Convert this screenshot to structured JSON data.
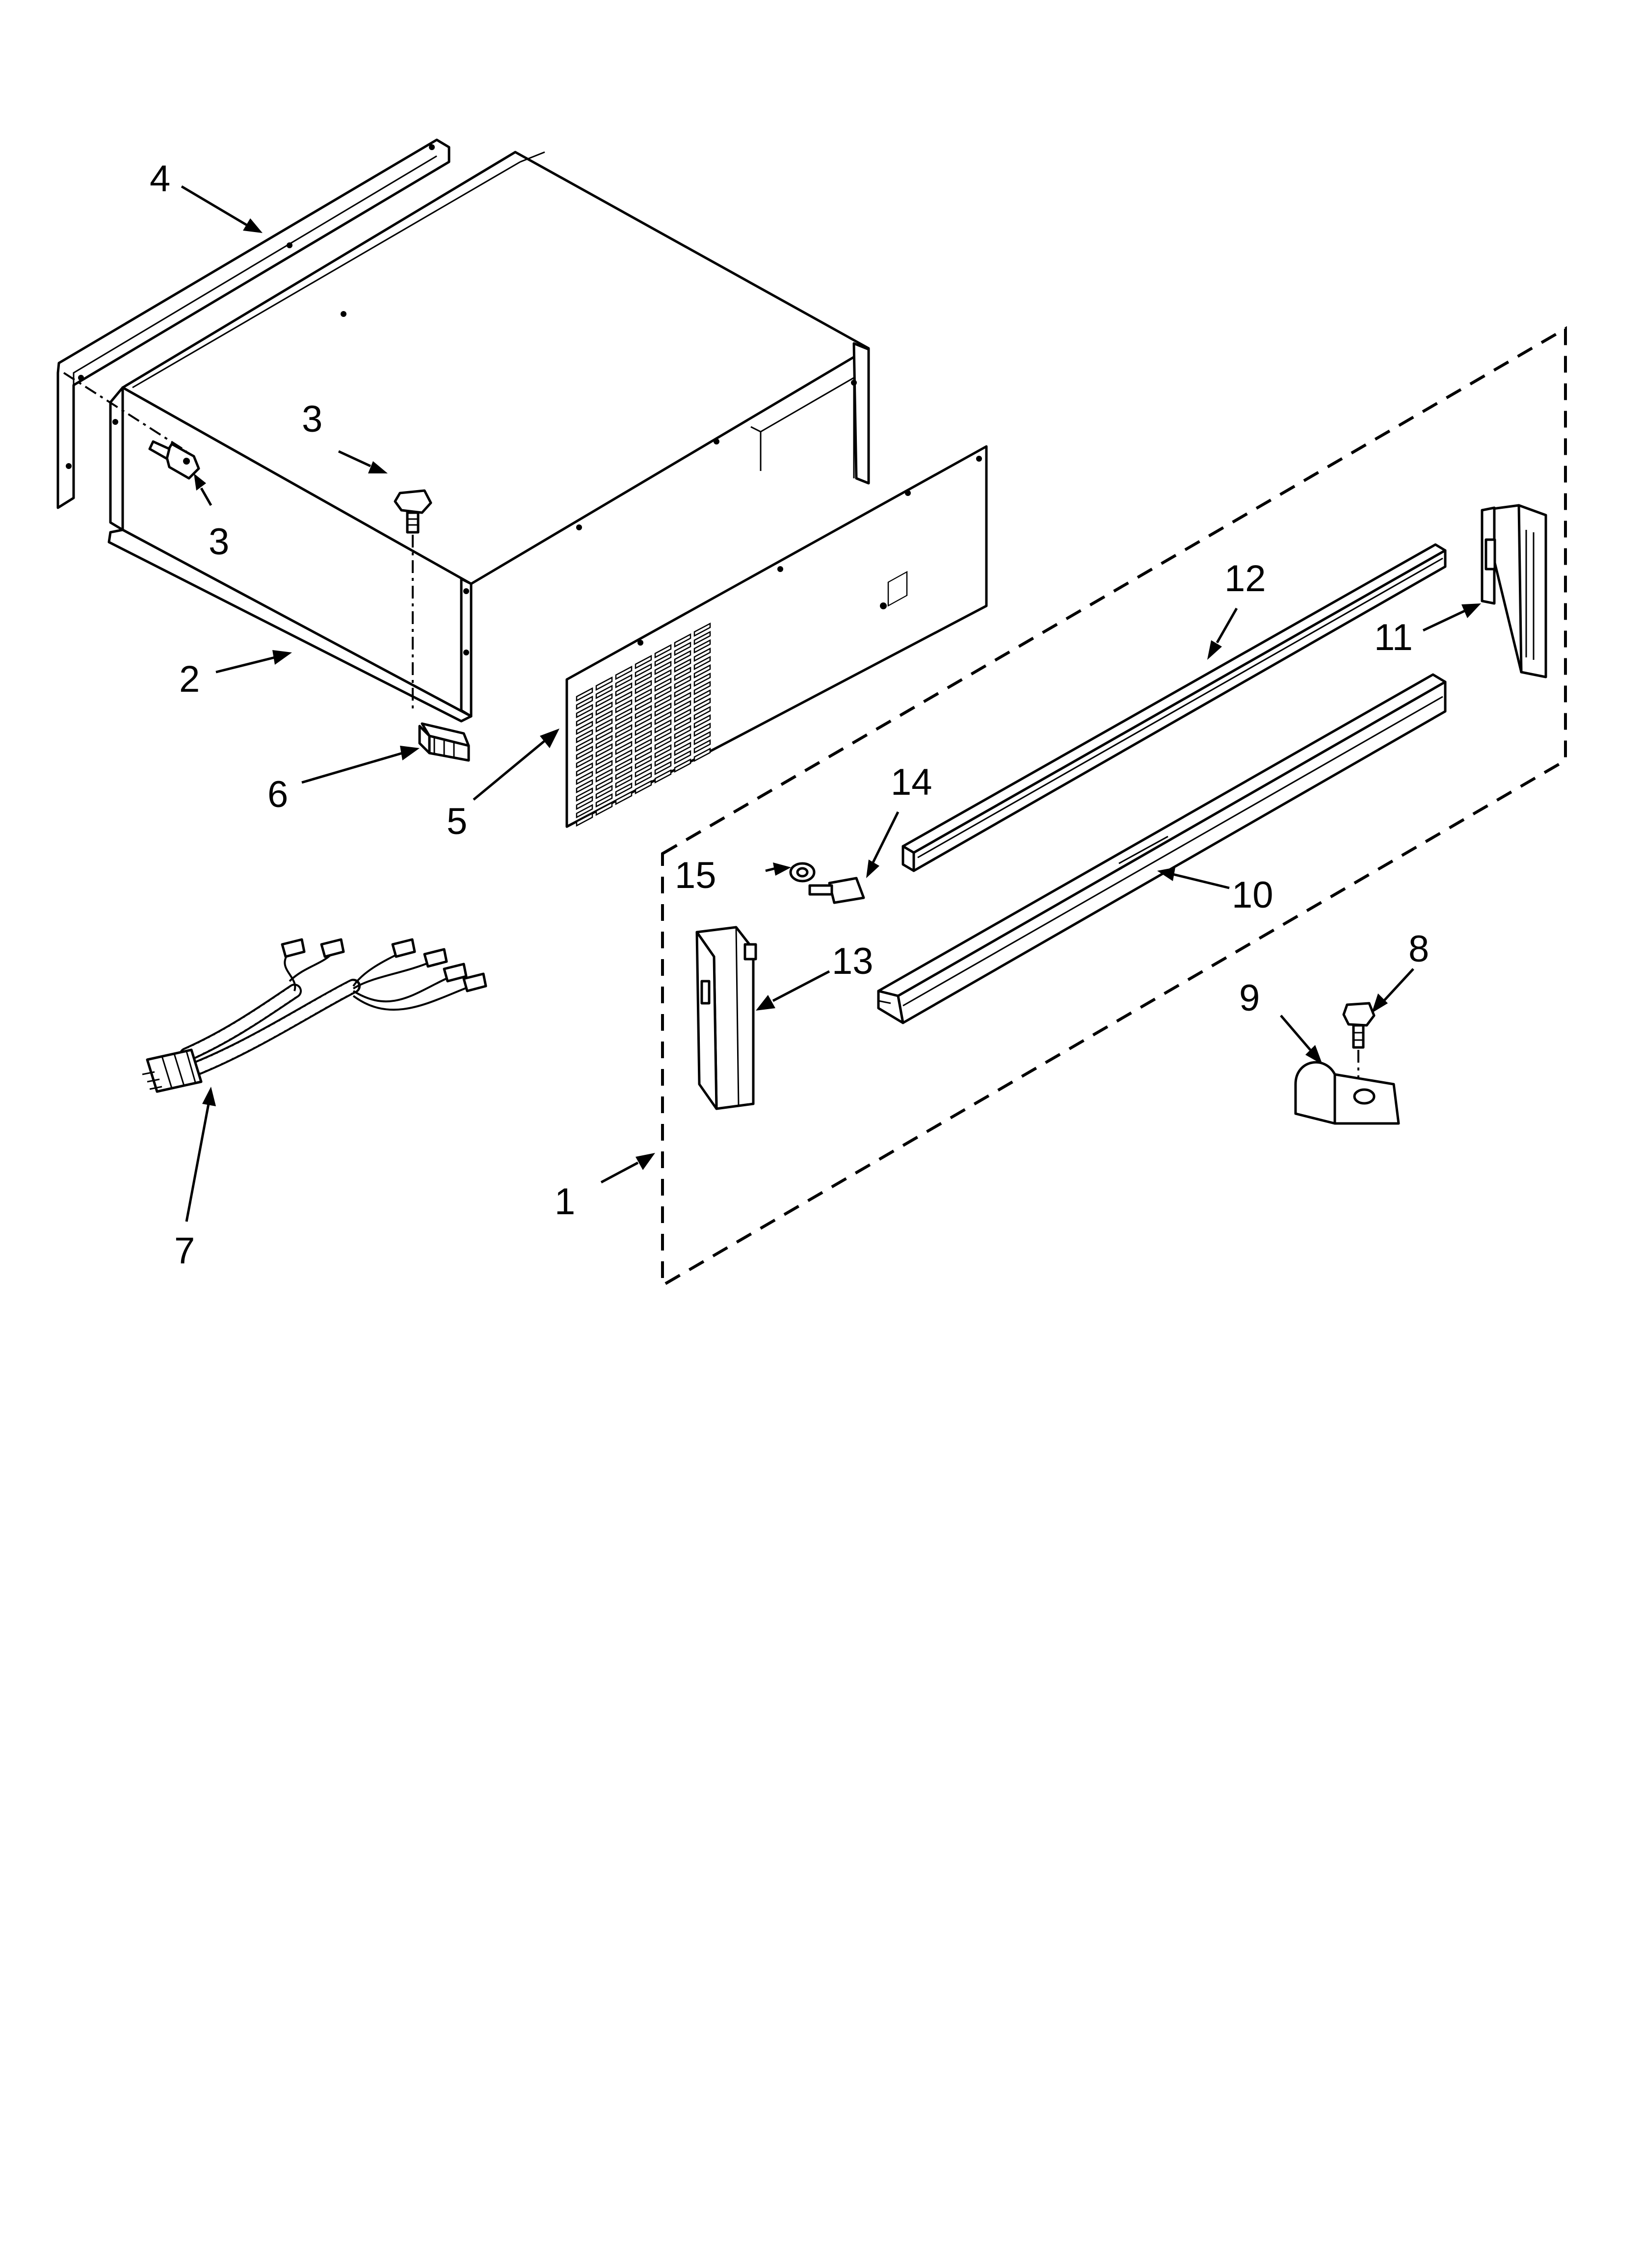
{
  "callouts": [
    {
      "id": "callout-1",
      "text": "1"
    },
    {
      "id": "callout-2",
      "text": "2"
    },
    {
      "id": "callout-3a",
      "text": "3"
    },
    {
      "id": "callout-3b",
      "text": "3"
    },
    {
      "id": "callout-4",
      "text": "4"
    },
    {
      "id": "callout-5",
      "text": "5"
    },
    {
      "id": "callout-6",
      "text": "6"
    },
    {
      "id": "callout-7",
      "text": "7"
    },
    {
      "id": "callout-8",
      "text": "8"
    },
    {
      "id": "callout-9",
      "text": "9"
    },
    {
      "id": "callout-10",
      "text": "10"
    },
    {
      "id": "callout-11",
      "text": "11"
    },
    {
      "id": "callout-12",
      "text": "12"
    },
    {
      "id": "callout-13",
      "text": "13"
    },
    {
      "id": "callout-14",
      "text": "14"
    },
    {
      "id": "callout-15",
      "text": "15"
    }
  ]
}
